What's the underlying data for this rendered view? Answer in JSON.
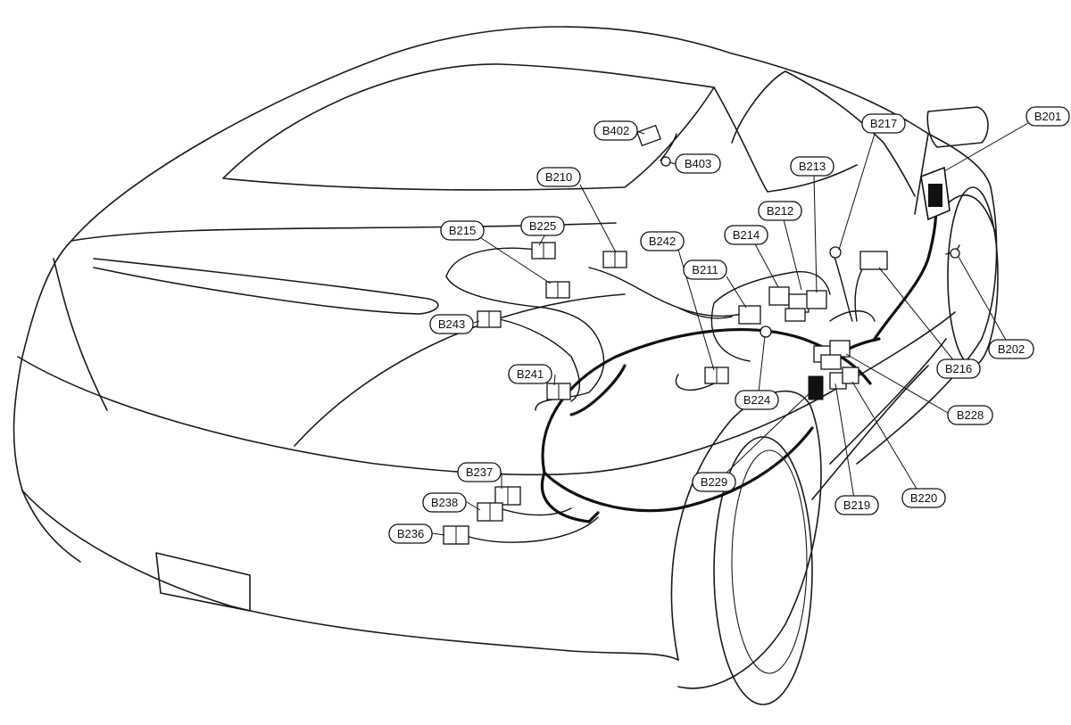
{
  "labels": {
    "B201": "B201",
    "B202": "B202",
    "B210": "B210",
    "B211": "B211",
    "B212": "B212",
    "B213": "B213",
    "B214": "B214",
    "B215": "B215",
    "B216": "B216",
    "B217": "B217",
    "B219": "B219",
    "B220": "B220",
    "B224": "B224",
    "B225": "B225",
    "B228": "B228",
    "B229": "B229",
    "B236": "B236",
    "B237": "B237",
    "B238": "B238",
    "B241": "B241",
    "B242": "B242",
    "B243": "B243",
    "B402": "B402",
    "B403": "B403"
  }
}
